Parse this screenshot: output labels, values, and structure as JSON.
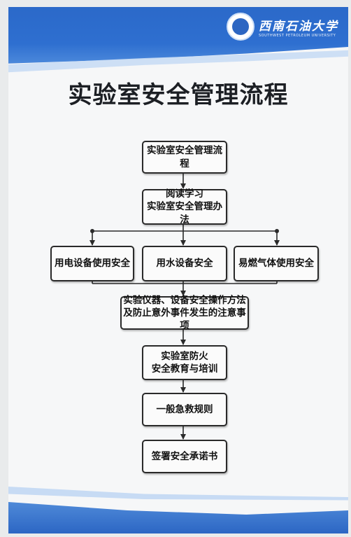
{
  "header": {
    "university_cn": "西南石油大学",
    "university_en": "SOUTHWEST PETROLEUM UNIVERSITY"
  },
  "title": "实验室安全管理流程",
  "steps": [
    "实验室安全管理流程",
    "一般急救规则",
    "签署安全承诺书"
  ],
  "steps_multi": [
    [
      "阅读学习",
      "实验室安全管理办法"
    ],
    [
      "实验仪器、设备安全操作方法",
      "及防止意外事件发生的注意事项"
    ],
    [
      "实验室防火",
      "安全教育与培训"
    ]
  ],
  "branches": [
    "用电设备使用安全",
    "用水设备安全",
    "易燃气体使用安全"
  ],
  "colors": {
    "band_blue": "#2e6fd0",
    "band_light": "#c9dcf4",
    "box_border": "#2a2a2a"
  }
}
